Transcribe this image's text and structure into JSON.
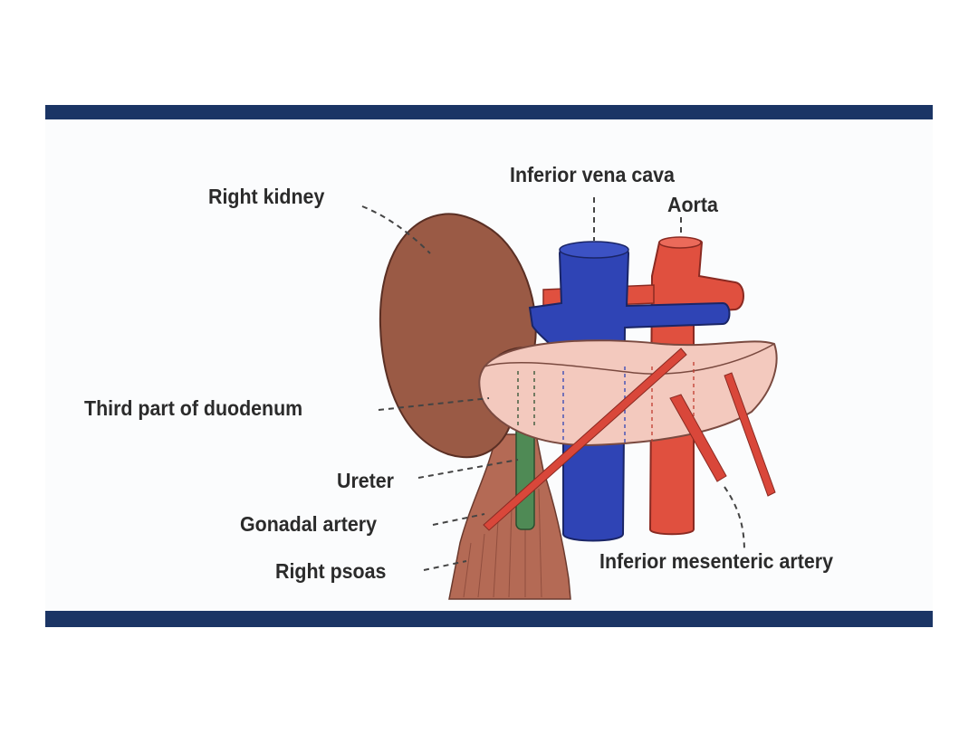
{
  "labels": {
    "right_kidney": "Right kidney",
    "inferior_vena_cava": "Inferior vena cava",
    "aorta": "Aorta",
    "third_part_duodenum": "Third part of duodenum",
    "ureter": "Ureter",
    "gonadal_artery": "Gonadal artery",
    "right_psoas": "Right psoas",
    "inferior_mesenteric_artery": "Inferior mesenteric artery"
  },
  "colors": {
    "frame": "#1b3565",
    "kidney": "#9a5a45",
    "vena_cava": "#2f44b5",
    "aorta": "#e0503f",
    "duodenum": "#f3c9be",
    "ureter": "#4f8a55",
    "psoas": "#b46a55"
  }
}
